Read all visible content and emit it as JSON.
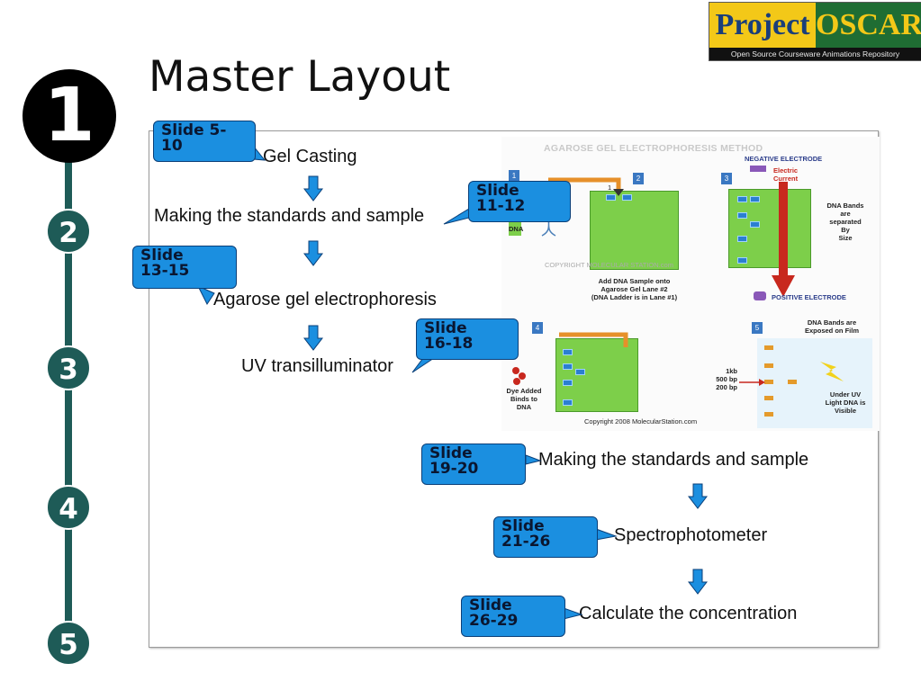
{
  "logo": {
    "word1": "Project",
    "word2": "OSCAR",
    "tagline": "Open Source Courseware Animations Repository"
  },
  "title": "Master Layout",
  "steps": [
    "1",
    "2",
    "3",
    "4",
    "5"
  ],
  "flow": {
    "gel_casting": "Gel Casting",
    "making1": "Making the standards and sample",
    "agarose": "Agarose gel electrophoresis",
    "uv": "UV transilluminator",
    "making2": "Making the standards and sample",
    "spectro": "Spectrophotometer",
    "calc": "Calculate the concentration"
  },
  "callouts": [
    {
      "line1": "Slide 5-",
      "line2": "10"
    },
    {
      "line1": "Slide",
      "line2": "11-12"
    },
    {
      "line1": "Slide",
      "line2": "13-15"
    },
    {
      "line1": "Slide",
      "line2": "16-18"
    },
    {
      "line1": "Slide",
      "line2": "19-20"
    },
    {
      "line1": "Slide",
      "line2": "21-26"
    },
    {
      "line1": "Slide",
      "line2": "26-29"
    }
  ],
  "diagram": {
    "title": "AGAROSE GEL ELECTROPHORESIS METHOD",
    "panel_nums": [
      "1",
      "2",
      "3",
      "4",
      "5"
    ],
    "dna": "DNA",
    "lane_num": "1",
    "copyright1": "COPYRIGHT MOLECULAR STATION.com",
    "add_dna": [
      "Add DNA Sample onto",
      "Agarose Gel Lane #2",
      "(DNA Ladder is in Lane #1)"
    ],
    "negative": "NEGATIVE ELECTRODE",
    "electric": [
      "Electric",
      "Current"
    ],
    "bands_sep": [
      "DNA Bands",
      "are",
      "separated",
      "By",
      "Size"
    ],
    "positive": "POSITIVE ELECTRODE",
    "dye": [
      "Dye Added",
      "Binds to",
      "DNA"
    ],
    "exposed": [
      "DNA Bands are",
      "Exposed on Film"
    ],
    "ladder": [
      "1kb",
      "500 bp",
      "200 bp"
    ],
    "uv_light": [
      "Under UV",
      "Light DNA is",
      "Visible"
    ],
    "copyright2": "Copyright 2008 MolecularStation.com"
  },
  "colors": {
    "callout": "#1b8fe0",
    "rail": "#1e5b57",
    "gel": "#7dcf4a",
    "current": "#c8281e"
  }
}
